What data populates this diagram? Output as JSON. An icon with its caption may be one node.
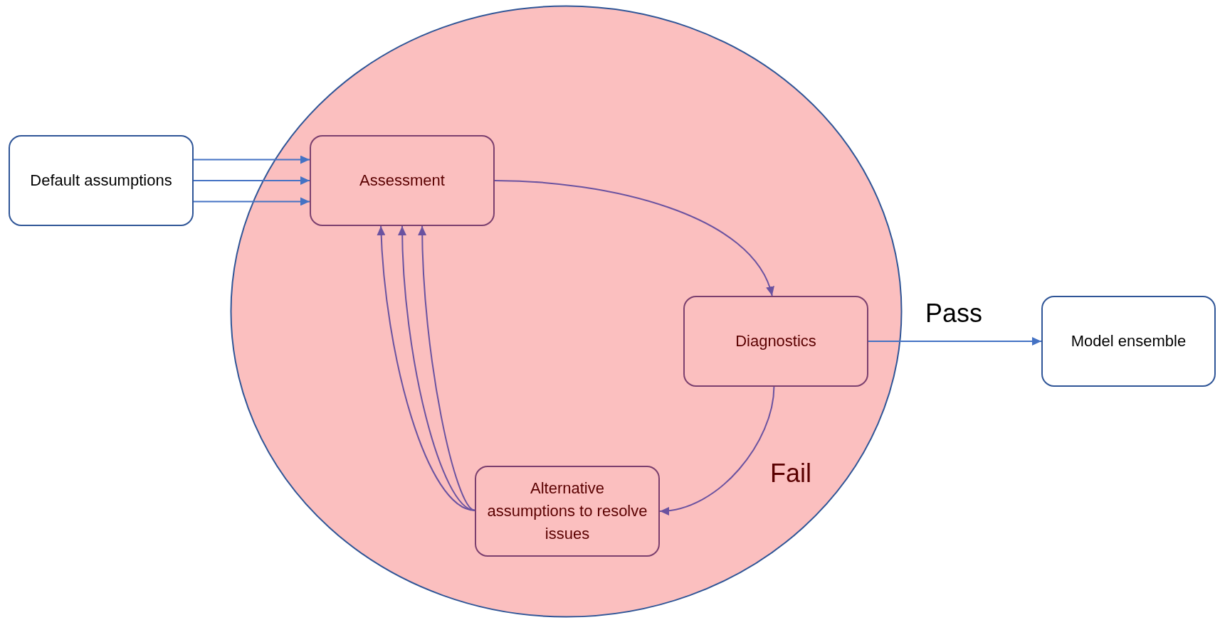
{
  "diagram": {
    "nodes": [
      {
        "text": [],
        "shape": "circle"
      },
      {
        "text": [
          "Default assumptions"
        ]
      },
      {
        "text": [
          "Assessment"
        ],
        "in": 0
      },
      {
        "text": [
          "Diagnostics"
        ],
        "in": 0
      },
      {
        "text": [
          "Alternative assumptions to resolve issues"
        ],
        "in": 0
      },
      {
        "text": [
          "Model ensemble"
        ]
      }
    ],
    "edges": [
      {
        "from": 1,
        "to": 2,
        "arrow": "to",
        "color": "#4472c4"
      },
      {
        "from": 1,
        "to": 2,
        "arrow": "to",
        "color": "#4472c4"
      },
      {
        "from": 1,
        "to": 2,
        "arrow": "to",
        "color": "#4472c4"
      },
      {
        "from": 2,
        "to": 3,
        "arrow": "to"
      },
      {
        "from": 3,
        "to": 5,
        "label": "Pass",
        "arrow": "to",
        "color": "#4472c4"
      },
      {
        "from": 3,
        "to": 4,
        "label": "Fail",
        "arrow": "to"
      },
      {
        "from": 4,
        "to": 2,
        "arrow": "to"
      },
      {
        "from": 4,
        "to": 2,
        "arrow": "to"
      },
      {
        "from": 4,
        "to": 2,
        "arrow": "to"
      }
    ]
  }
}
